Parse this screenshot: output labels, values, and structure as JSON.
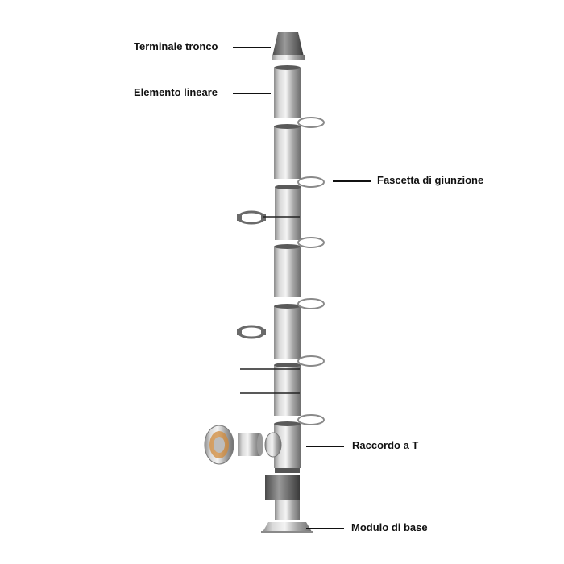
{
  "labels": {
    "terminal": "Terminale tronco",
    "linear": "Elemento lineare",
    "clamp": "Fascetta di giunzione",
    "tee": "Raccordo a T",
    "base": "Modulo di base"
  },
  "colors": {
    "text": "#111111",
    "steel_light": "#e6e6e6",
    "steel_mid": "#b4b4b4",
    "steel_dark": "#7a7a7a",
    "copper": "#d08a3a"
  }
}
